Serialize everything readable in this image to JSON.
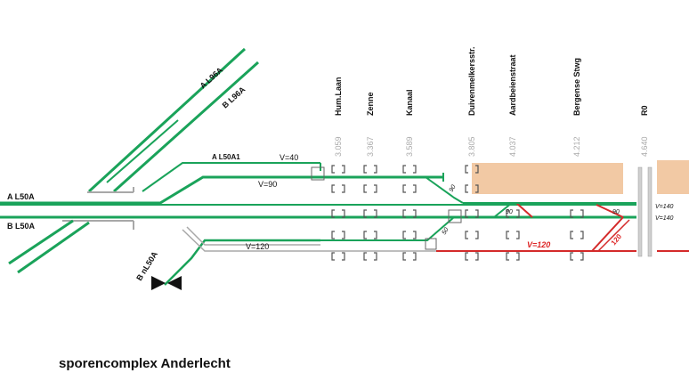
{
  "title": "sporencomplex Anderlecht",
  "lines": {
    "a_l96a": "A  L96A",
    "b_l96a": "B  L96A",
    "a_l50a1": "A L50A1",
    "a_l50a": "A  L50A",
    "b_l50a": "B  L50A",
    "b_nl50a": "B  nL50A"
  },
  "speeds": {
    "v40": "V=40",
    "v90": "V=90",
    "v120": "V=120",
    "v120_red": "V=120",
    "s90a": "90",
    "s50": "50",
    "s90b": "90",
    "s90c": "90",
    "s120": "120",
    "v140a": "V=140",
    "v140b": "V=140"
  },
  "stations": [
    {
      "name": "Hum.Laan",
      "km": "3.059"
    },
    {
      "name": "Zenne",
      "km": "3.367"
    },
    {
      "name": "Kanaal",
      "km": "3.589"
    },
    {
      "name": "Duivenmelkersstr.",
      "km": "3.805"
    },
    {
      "name": "Aardbeienstraat",
      "km": "4.037"
    },
    {
      "name": "Bergense Stwg",
      "km": "4.212"
    },
    {
      "name": "R0",
      "km": "4.640"
    }
  ],
  "colors": {
    "track_green": "#1aa35a",
    "track_grey": "#a8a8a8",
    "track_red": "#d42a2a",
    "platform": "#f2c9a4"
  }
}
